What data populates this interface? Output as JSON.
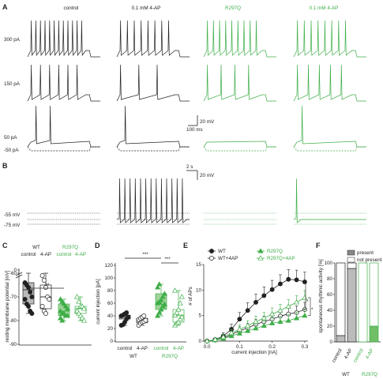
{
  "colors": {
    "wt": "#222222",
    "r297q": "#3fae49",
    "grey": "#bbbbbb",
    "green_light": "#9fd49a"
  },
  "panel_labels": [
    "A",
    "B",
    "C",
    "D",
    "E",
    "F"
  ],
  "panel_a": {
    "columns": [
      "control",
      "0.1 mM 4-AP",
      "R297Q",
      "0.1 mM 4-AP"
    ],
    "rows": [
      "300 pA",
      "150 pA",
      "50 pA"
    ],
    "baseline_label": "-50 pA",
    "scale_mv": "20 mV",
    "scale_ms": "100 ms"
  },
  "panel_b": {
    "levels": [
      "-55 mV",
      "-75 mV"
    ],
    "scale_s": "2 s",
    "scale_mv": "20 mV"
  },
  "panel_c": {
    "header_wt": "WT",
    "header_r297q": "R297Q",
    "header_labels": [
      "control",
      "4-AP",
      "control",
      "4-AP"
    ],
    "ylabel": "resting membrane potential [mV]",
    "sig": "**"
  },
  "panel_d": {
    "ylabel": "current injection [pA]",
    "sig": [
      "***",
      "***"
    ],
    "xlabels": [
      "control",
      "4-AP",
      "control",
      "4-AP"
    ],
    "group_wt": "WT",
    "group_r297q": "R297Q"
  },
  "panel_e": {
    "xlabel": "current injection [nA]",
    "ylabel": "# of APs",
    "sig": [
      "*",
      "*"
    ]
  },
  "panel_f": {
    "ylabel": "spontaneous rhythmic activity [%]",
    "legend": [
      "present",
      "not present"
    ],
    "xlabels": [
      "control",
      "4-AP",
      "control",
      "4-AP"
    ],
    "group_wt": "WT",
    "group_r297q": "R297Q"
  },
  "chart_data": [
    {
      "type": "box",
      "panel": "C",
      "ylabel": "resting membrane potential [mV]",
      "ylim": [
        -90,
        -60
      ],
      "axis_break": [
        -60,
        0
      ],
      "ticks": [
        -90,
        -80,
        -70,
        -60,
        0
      ],
      "categories": [
        "WT control",
        "WT 4-AP",
        "R297Q control",
        "R297Q 4-AP"
      ],
      "series": [
        {
          "box": [
            -77,
            -73,
            -67,
            -64,
            -60
          ],
          "points": [
            -64,
            -65,
            -66,
            -68,
            -70,
            -71,
            -73,
            -74,
            -76,
            -77
          ]
        },
        {
          "box": [
            -77,
            -75,
            -70,
            -65,
            -60
          ],
          "points": [
            -61,
            -63,
            -66,
            -70,
            -71,
            -74,
            -76,
            -77
          ]
        },
        {
          "box": [
            -80,
            -78,
            -76,
            -73,
            -71
          ],
          "points": [
            -71,
            -72,
            -73,
            -74,
            -75,
            -76,
            -77,
            -77,
            -78,
            -78,
            -79,
            -80
          ]
        },
        {
          "box": [
            -80,
            -77,
            -75,
            -74,
            -70
          ],
          "points": [
            -70,
            -72,
            -74,
            -74,
            -75,
            -76,
            -77,
            -78,
            -79,
            -80
          ]
        }
      ]
    },
    {
      "type": "box",
      "panel": "D",
      "ylabel": "current injection [pA]",
      "ylim": [
        0,
        120
      ],
      "ticks": [
        0,
        20,
        40,
        60,
        80,
        100,
        120
      ],
      "categories": [
        "WT control",
        "WT 4-AP",
        "R297Q control",
        "R297Q 4-AP"
      ],
      "series": [
        {
          "box": [
            25,
            35,
            40,
            41,
            45
          ],
          "points": [
            25,
            26,
            30,
            35,
            38,
            40,
            41,
            43,
            45
          ]
        },
        {
          "box": [
            25,
            29,
            33,
            36,
            40
          ],
          "points": [
            25,
            28,
            30,
            31,
            33,
            34,
            36,
            38,
            40
          ]
        },
        {
          "box": [
            40,
            50,
            58,
            75,
            90
          ],
          "points": [
            40,
            45,
            50,
            55,
            58,
            60,
            62,
            65,
            70,
            75,
            85,
            90
          ]
        },
        {
          "box": [
            25,
            30,
            41,
            50,
            80
          ],
          "points": [
            25,
            28,
            30,
            35,
            38,
            41,
            45,
            50,
            60,
            70,
            80
          ]
        }
      ]
    },
    {
      "type": "line",
      "panel": "E",
      "xlabel": "current injection [nA]",
      "ylabel": "# of APs",
      "xlim": [
        -0.01,
        0.31
      ],
      "ylim": [
        0,
        15
      ],
      "xticks": [
        0.0,
        0.1,
        0.2,
        0.3
      ],
      "yticks": [
        0,
        5,
        10,
        15
      ],
      "x": [
        0.0,
        0.025,
        0.05,
        0.075,
        0.1,
        0.125,
        0.15,
        0.175,
        0.2,
        0.225,
        0.25,
        0.275,
        0.3
      ],
      "series": [
        {
          "name": "WT",
          "y": [
            0,
            0.3,
            1.0,
            2.3,
            4.3,
            6.0,
            7.6,
            8.9,
            10.1,
            11.2,
            12.1,
            12.0,
            11.6
          ],
          "err": [
            0,
            0.3,
            0.6,
            1.0,
            1.3,
            1.5,
            1.6,
            1.7,
            1.8,
            1.8,
            1.9,
            1.9,
            1.9
          ]
        },
        {
          "name": "WT+4AP",
          "y": [
            0,
            0.2,
            0.6,
            1.3,
            2.0,
            2.6,
            3.3,
            3.8,
            4.3,
            4.9,
            5.3,
            5.6,
            6.2
          ],
          "err": [
            0,
            0.2,
            0.4,
            0.6,
            0.8,
            0.9,
            1.0,
            1.1,
            1.2,
            1.2,
            1.3,
            1.3,
            1.4
          ]
        },
        {
          "name": "R297Q",
          "y": [
            0,
            0.2,
            0.5,
            1.0,
            1.5,
            2.0,
            2.5,
            3.0,
            3.5,
            3.8,
            4.0,
            4.5,
            5.0
          ],
          "err": [
            0,
            0.2,
            0.3,
            0.5,
            0.7,
            0.8,
            0.9,
            1.0,
            1.1,
            1.1,
            1.2,
            1.2,
            1.3
          ]
        },
        {
          "name": "R297Q+4AP",
          "y": [
            0,
            0.3,
            0.8,
            1.6,
            2.3,
            3.0,
            3.8,
            4.5,
            5.3,
            6.0,
            6.8,
            7.6,
            8.5
          ],
          "err": [
            0,
            0.3,
            0.5,
            0.7,
            0.9,
            1.0,
            1.1,
            1.1,
            1.2,
            1.2,
            1.3,
            1.3,
            1.4
          ]
        }
      ],
      "legend": "top"
    },
    {
      "type": "bar",
      "panel": "F",
      "stacked": true,
      "ylabel": "spontaneous rhythmic activity [%]",
      "ylim": [
        0,
        100
      ],
      "yticks": [
        0,
        20,
        40,
        60,
        80,
        100
      ],
      "categories": [
        "WT control",
        "WT 4-AP",
        "R297Q control",
        "R297Q 4-AP"
      ],
      "series": [
        {
          "name": "present",
          "values": [
            8,
            93,
            0,
            20
          ]
        },
        {
          "name": "not present",
          "values": [
            92,
            7,
            100,
            80
          ]
        }
      ],
      "legend": "top-right"
    }
  ]
}
